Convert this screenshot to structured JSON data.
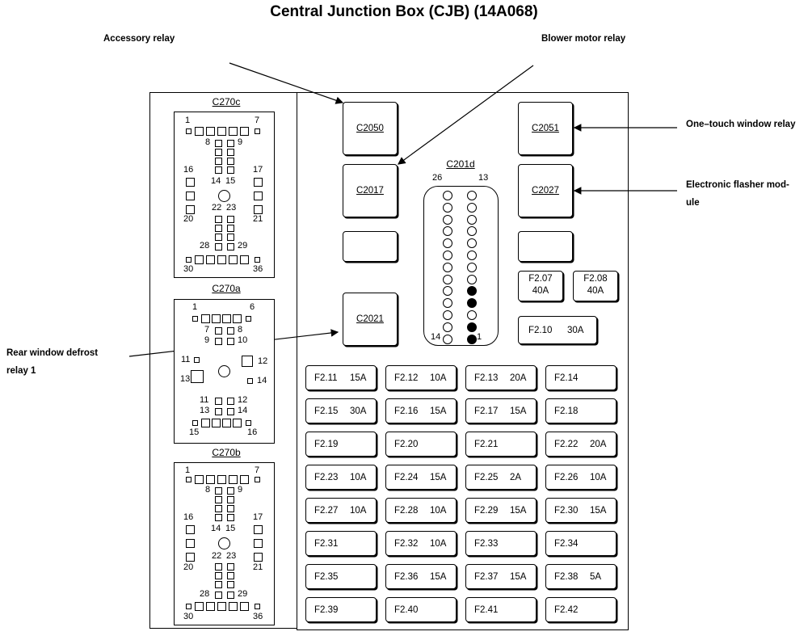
{
  "title": "Central Junction Box (CJB) (14A068)",
  "callouts": {
    "accessory_relay": "Accessory relay",
    "blower_motor_relay": "Blower motor relay",
    "one_touch_window_relay": "One–touch window relay",
    "electronic_flasher_line1": "Electronic flasher mod-",
    "electronic_flasher_line2": "ule",
    "rear_defrost_line1": "Rear window defrost",
    "rear_defrost_line2": "relay 1"
  },
  "connectors": {
    "c270c": {
      "label": "C270c",
      "p1": "1",
      "p7": "7",
      "p8": "8",
      "p9": "9",
      "p16": "16",
      "p17": "17",
      "p14": "14",
      "p15": "15",
      "p20": "20",
      "p21": "21",
      "p22": "22",
      "p23": "23",
      "p28": "28",
      "p29": "29",
      "p30": "30",
      "p36": "36"
    },
    "c270a": {
      "label": "C270a",
      "p1": "1",
      "p6": "6",
      "p7": "7",
      "p8": "8",
      "p9": "9",
      "p10": "10",
      "p11": "11",
      "p12": "12",
      "p13": "13",
      "p14": "14",
      "r11": "11",
      "r12": "12",
      "r13": "13",
      "r14": "14",
      "p15": "15",
      "p16": "16"
    },
    "c270b": {
      "label": "C270b",
      "p1": "1",
      "p7": "7",
      "p8": "8",
      "p9": "9",
      "p16": "16",
      "p17": "17",
      "p14": "14",
      "p15": "15",
      "p20": "20",
      "p21": "21",
      "p22": "22",
      "p23": "23",
      "p28": "28",
      "p29": "29",
      "p30": "30",
      "p36": "36"
    },
    "c201d": {
      "label": "C201d",
      "p26": "26",
      "p13": "13",
      "p14": "14",
      "p1": "1"
    }
  },
  "relays": {
    "c2050": "C2050",
    "c2051": "C2051",
    "c2017": "C2017",
    "c2027": "C2027",
    "c2021": "C2021"
  },
  "small_fuses": {
    "f207": {
      "id": "F2.07",
      "amp": "40A"
    },
    "f208": {
      "id": "F2.08",
      "amp": "40A"
    },
    "f210": {
      "id": "F2.10",
      "amp": "30A"
    }
  },
  "fuses": [
    {
      "id": "F2.11",
      "amp": "15A"
    },
    {
      "id": "F2.12",
      "amp": "10A"
    },
    {
      "id": "F2.13",
      "amp": "20A"
    },
    {
      "id": "F2.14",
      "amp": ""
    },
    {
      "id": "F2.15",
      "amp": "30A"
    },
    {
      "id": "F2.16",
      "amp": "15A"
    },
    {
      "id": "F2.17",
      "amp": "15A"
    },
    {
      "id": "F2.18",
      "amp": ""
    },
    {
      "id": "F2.19",
      "amp": ""
    },
    {
      "id": "F2.20",
      "amp": ""
    },
    {
      "id": "F2.21",
      "amp": ""
    },
    {
      "id": "F2.22",
      "amp": "20A"
    },
    {
      "id": "F2.23",
      "amp": "10A"
    },
    {
      "id": "F2.24",
      "amp": "15A"
    },
    {
      "id": "F2.25",
      "amp": "2A"
    },
    {
      "id": "F2.26",
      "amp": "10A"
    },
    {
      "id": "F2.27",
      "amp": "10A"
    },
    {
      "id": "F2.28",
      "amp": "10A"
    },
    {
      "id": "F2.29",
      "amp": "15A"
    },
    {
      "id": "F2.30",
      "amp": "15A"
    },
    {
      "id": "F2.31",
      "amp": ""
    },
    {
      "id": "F2.32",
      "amp": "10A"
    },
    {
      "id": "F2.33",
      "amp": ""
    },
    {
      "id": "F2.34",
      "amp": ""
    },
    {
      "id": "F2.35",
      "amp": ""
    },
    {
      "id": "F2.36",
      "amp": "15A"
    },
    {
      "id": "F2.37",
      "amp": "15A"
    },
    {
      "id": "F2.38",
      "amp": "5A"
    },
    {
      "id": "F2.39",
      "amp": ""
    },
    {
      "id": "F2.40",
      "amp": ""
    },
    {
      "id": "F2.41",
      "amp": ""
    },
    {
      "id": "F2.42",
      "amp": ""
    }
  ],
  "c201d_filled_pins_right_column": [
    8,
    9,
    11,
    12
  ]
}
